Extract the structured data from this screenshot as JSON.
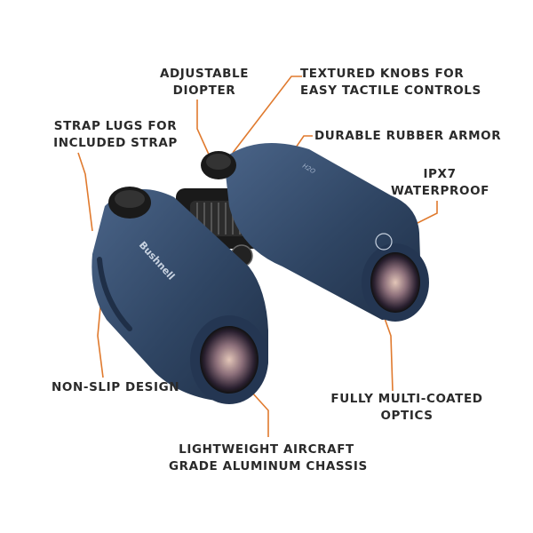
{
  "brand": "Bushnell",
  "model_mark": "H2O",
  "colors": {
    "body": "#2f4563",
    "body_dark": "#1f2f47",
    "leader": "#e07a2e",
    "text": "#2a2a2a",
    "rubber": "#1a1a1a"
  },
  "callouts": {
    "diopter": [
      "ADJUSTABLE",
      "DIOPTER"
    ],
    "knobs": [
      "TEXTURED KNOBS FOR",
      "EASY TACTILE CONTROLS"
    ],
    "strap": [
      "STRAP LUGS FOR",
      "INCLUDED STRAP"
    ],
    "armor": [
      "DURABLE RUBBER ARMOR"
    ],
    "waterproof": [
      "IPX7",
      "WATERPROOF"
    ],
    "nonslip": [
      "NON-SLIP DESIGN"
    ],
    "optics": [
      "FULLY MULTI-COATED",
      "OPTICS"
    ],
    "chassis": [
      "LIGHTWEIGHT AIRCRAFT",
      "GRADE ALUMINUM CHASSIS"
    ]
  }
}
